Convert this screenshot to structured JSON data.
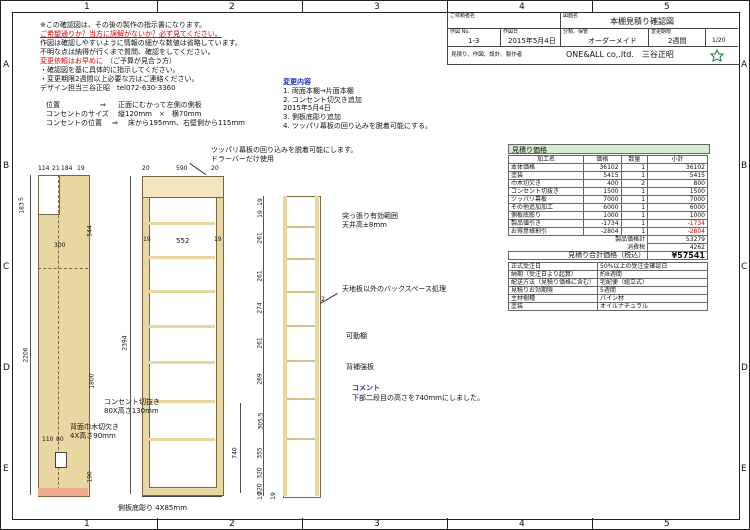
{
  "grid": {
    "cols": [
      "1",
      "2",
      "3",
      "4",
      "5"
    ],
    "rows": [
      "A",
      "B",
      "C",
      "D",
      "E"
    ]
  },
  "notes": {
    "line1": "※この確認図は、その後の製作の指示書になります。",
    "line2": "ご希望通りか？当方に誤解がないか？必ず見てください。",
    "line3": "作図は確認しやすいように情報の細かな数値は省略しています。",
    "line4": "不明な点は納得が行くまで質問、確認をしてください。",
    "line5a": "変更依頼はお早めに",
    "line5b": "（ご予算が見合う方）",
    "line6": "・確認図を基に具体的に指示してください。",
    "line7": "・変更期限2週間以上必要な方はご連絡ください。",
    "line8": "デザイン担当三谷正昭　tel072-630-3360"
  },
  "outlet": {
    "pos_label": "位置",
    "pos_value": "正面にむかって左側の側板",
    "size_label": "コンセントのサイズ",
    "size_value": "縦120mm　×　横70mm",
    "place_label": "コンセントの位置",
    "place_value": "床から195mm、右壁側から115mm",
    "arrow": "⇒"
  },
  "changes": {
    "heading": "変更内容",
    "items": [
      "1. 両面本棚→片面本棚",
      "2. コンセント切欠き追加",
      "2015年5月4日",
      "3. 側板底彫り追加",
      "4. ツッパリ幕板の回り込みを脱着可能にする。"
    ]
  },
  "titleblock": {
    "customer_label": "ご依頼者名",
    "drawing_name_label": "図面名",
    "drawing_name": "本棚見積り確認図",
    "drawing_no_label": "作図 No.",
    "drawing_no": "1-3",
    "date_label": "作図日",
    "date": "2015年5月4日",
    "category_label": "分類、保管",
    "category": "オーダーメイド",
    "period_label": "変更期限",
    "period": "2週間",
    "scale": "1/20",
    "maker_label": "見積り、作図、設計、製作者",
    "maker": "ONE&ALL co,.ltd.　三谷正昭"
  },
  "estimate": {
    "title": "見積り価格",
    "headers": [
      "加工名",
      "価格",
      "数量",
      "小計"
    ],
    "rows": [
      {
        "name": "本体価格",
        "price": "36102",
        "qty": "1",
        "sub": "36102",
        "red": false
      },
      {
        "name": "塗装",
        "price": "5415",
        "qty": "1",
        "sub": "5415",
        "red": false
      },
      {
        "name": "巾木切欠き",
        "price": "400",
        "qty": "2",
        "sub": "800",
        "red": false
      },
      {
        "name": "コンセント切抜き",
        "price": "1500",
        "qty": "1",
        "sub": "1500",
        "red": false
      },
      {
        "name": "ツッパリ幕板",
        "price": "7000",
        "qty": "1",
        "sub": "7000",
        "red": false
      },
      {
        "name": "その他追加加工",
        "price": "6000",
        "qty": "1",
        "sub": "6000",
        "red": false
      },
      {
        "name": "側板底彫り",
        "price": "1000",
        "qty": "1",
        "sub": "1000",
        "red": false
      },
      {
        "name": "製品値引き",
        "price": "-1734",
        "qty": "1",
        "sub": "-1734",
        "red": true
      },
      {
        "name": "お得意様割引",
        "price": "-2804",
        "qty": "1",
        "sub": "-2804",
        "red": true
      }
    ],
    "product_price_label": "製品価格計",
    "product_price": "53279",
    "tax_label": "消費税",
    "tax": "4262",
    "total_label": "見積り合計価格（税込）",
    "total": "¥57541",
    "info": [
      {
        "k": "正式受注日",
        "v": "50%以上の受注金確認日"
      },
      {
        "k": "納期（受注日より起算）",
        "v": "約8週間"
      },
      {
        "k": "配送方法（見積り価格に含む）",
        "v": "宅配便（組立式）"
      },
      {
        "k": "見積りお効期限",
        "v": "5週間"
      },
      {
        "k": "主材樹種",
        "v": "パイン材"
      },
      {
        "k": "塗装",
        "v": "オイルナチュラル"
      }
    ]
  },
  "annotations": {
    "top_note1": "ツッパリ幕板の回り込みを脱着可能にします。",
    "top_note2": "ドラーバーだけ使用",
    "brace1": "突っ張り有効範囲",
    "brace2": "天井高±8mm",
    "backspace": "天地板以外のバックスペース処理",
    "shelf": "可動棚",
    "backboard": "背補強板",
    "comment_title": "コメント",
    "comment": "下部二段目の高さを740mmにしました。",
    "outlet_cut1": "コンセント切抜き",
    "outlet_cut2": "80X高さ130mm",
    "baseboard1": "背面巾木切欠き",
    "baseboard2": "4X高さ90mm",
    "bottom_carve": "側板底彫り 4X85mm"
  },
  "dims": {
    "top_left": [
      "114",
      "21",
      "184",
      "19"
    ],
    "left_v": [
      "5",
      "183",
      "544",
      "300",
      "1800",
      "2206",
      "190"
    ],
    "front_top": [
      "20",
      "590",
      "20"
    ],
    "front_inner": "552",
    "front_side": [
      "19",
      "19"
    ],
    "front_v": [
      "2394",
      "740"
    ],
    "low_left": [
      "110",
      "80"
    ],
    "right_v": [
      "19",
      "19",
      "261",
      "261",
      "274",
      "261",
      "269",
      "305.5",
      "355",
      "320",
      "320",
      "19",
      "19"
    ],
    "back_arrow": "2"
  }
}
